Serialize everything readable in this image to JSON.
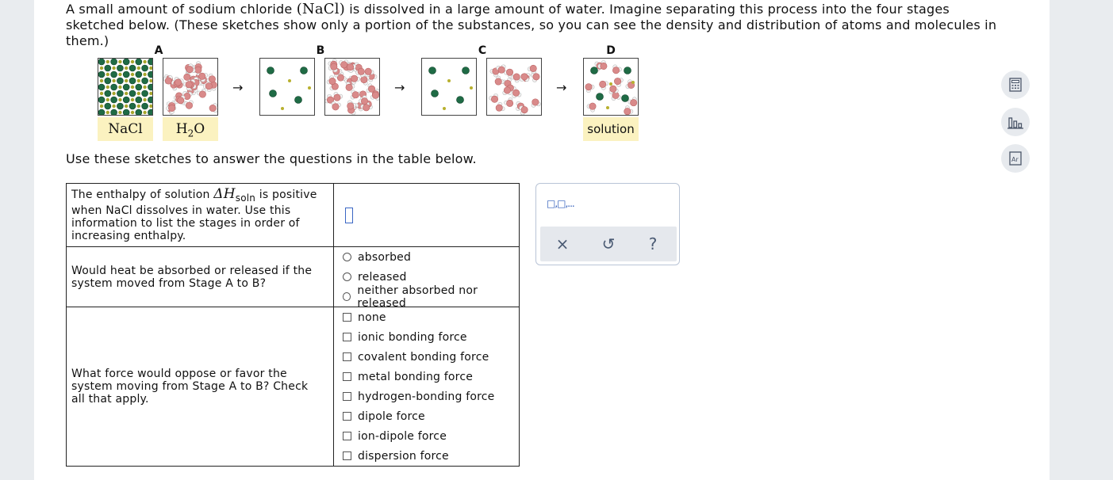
{
  "intro": {
    "p1": "A small amount of sodium chloride ",
    "formula": "(NaCl)",
    "p2": " is dissolved in a large amount of water. Imagine separating this process into the four stages sketched below. (These sketches show only a portion of the substances, so you can see the density and distribution of atoms and molecules in them.)"
  },
  "stages": [
    "A",
    "B",
    "C",
    "D"
  ],
  "arrow": "→",
  "tags": {
    "nacl": "NaCl",
    "h2o_h": "H",
    "h2o_sub": "2",
    "h2o_o": "O",
    "solution": "solution"
  },
  "use_text": "Use these sketches to answer the questions in the table below.",
  "questions": {
    "q1": {
      "pre": "The enthalpy of solution ",
      "delta": "ΔH",
      "sub": "soln",
      "post": " is positive when NaCl dissolves in water. Use this information to list the stages in order of increasing enthalpy."
    },
    "q2": {
      "text": "Would heat be absorbed or released if the system moved from Stage A to B?",
      "options": [
        "absorbed",
        "released",
        "neither absorbed nor released"
      ]
    },
    "q3": {
      "text": "What force would oppose or favor the system moving from Stage A to B? Check all that apply.",
      "options": [
        "none",
        "ionic bonding force",
        "covalent bonding force",
        "metal bonding force",
        "hydrogen-bonding force",
        "dipole force",
        "ion-dipole force",
        "dispersion force"
      ]
    }
  },
  "palette": {
    "symbol": "□,□,...",
    "clear": "×",
    "undo": "↺",
    "help": "?"
  },
  "sidebar": {
    "calculator": "calculator-icon",
    "chart": "chart-icon",
    "periodic": "periodic-table-icon"
  },
  "colors": {
    "highlight": "#fbf2c0",
    "accent": "#2a58b8",
    "sodium_chloride": "#1f6b45",
    "water": "#d98a8a"
  }
}
